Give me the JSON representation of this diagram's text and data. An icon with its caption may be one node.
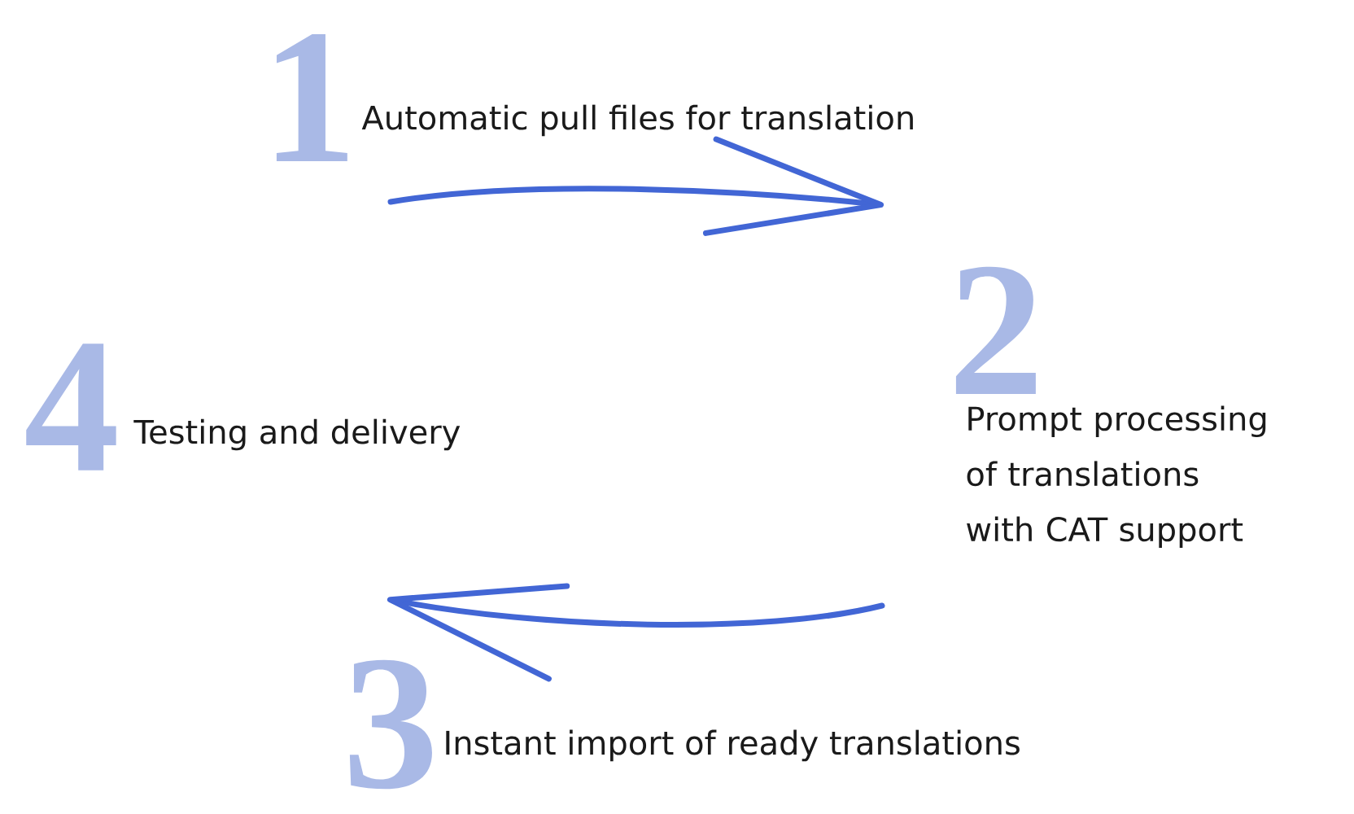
{
  "diagram": {
    "nodes": [
      {
        "text": [
          "Automatic pull files for translation"
        ],
        "beside": [
          "1"
        ]
      },
      {
        "text": [
          "Prompt processing of translations with CAT support"
        ],
        "beside": [
          "2"
        ]
      },
      {
        "text": [
          "Instant import of ready translations"
        ],
        "beside": [
          "3"
        ]
      },
      {
        "text": [
          "Testing and delivery"
        ],
        "beside": [
          "4"
        ]
      }
    ]
  }
}
